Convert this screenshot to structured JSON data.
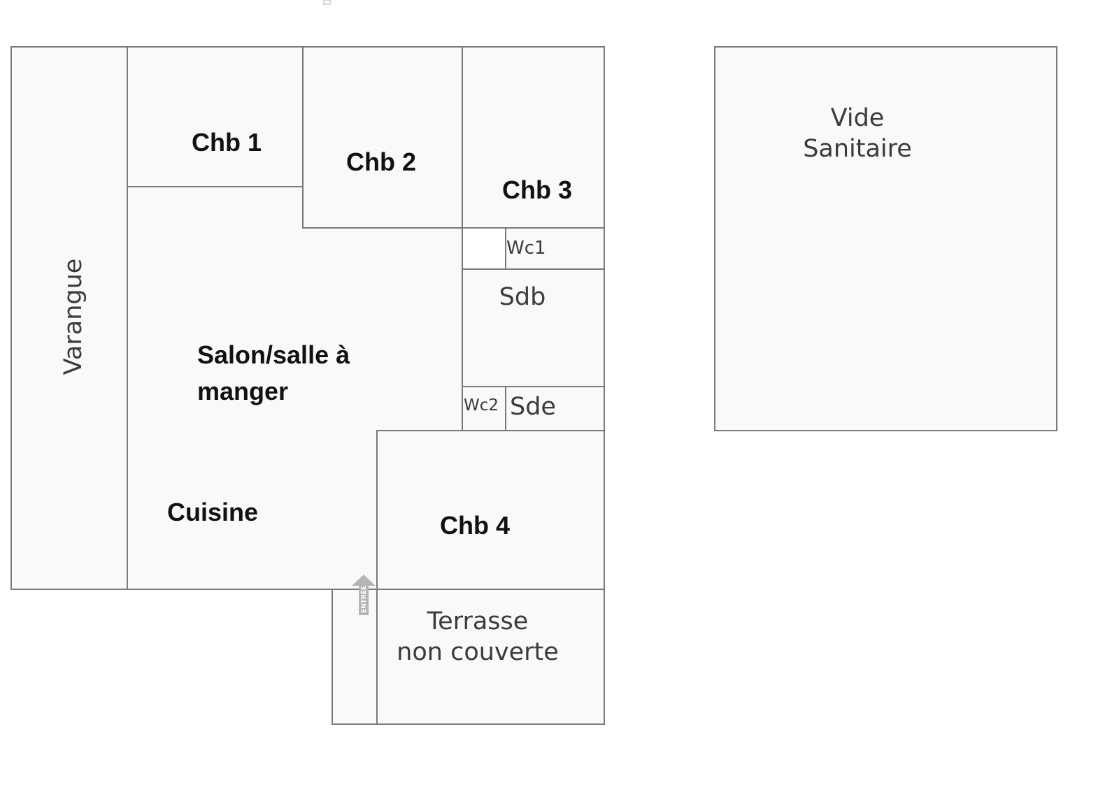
{
  "rooms": {
    "varangue": "Varangue",
    "chb1": "Chb 1",
    "chb2": "Chb 2",
    "chb3": "Chb 3",
    "wc1": "Wc1",
    "sdb": "Sdb",
    "salon_line1": "Salon/salle à",
    "salon_line2": "manger",
    "wc2": "Wc2",
    "sde": "Sde",
    "cuisine": "Cuisine",
    "chb4": "Chb 4",
    "terrasse_line1": "Terrasse",
    "terrasse_line2": "non couverte",
    "vide_line1": "Vide",
    "vide_line2": "Sanitaire"
  },
  "entry": {
    "label": "ENTRÉE"
  },
  "colors": {
    "room_fill": "#f9f9f9",
    "wall": "#7a7a7a",
    "bold_text": "#111111",
    "thin_text": "#3b3b3b",
    "arrow": "#b5b5b5"
  },
  "icons": {
    "entry": "up-arrow-icon"
  }
}
